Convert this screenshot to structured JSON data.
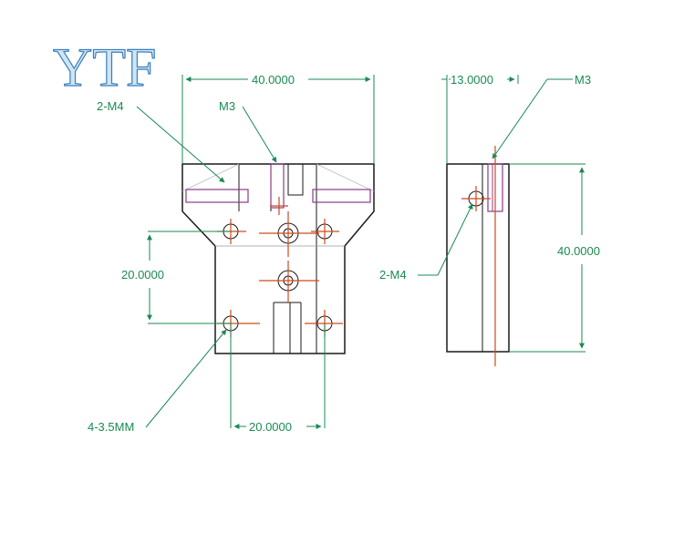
{
  "logo": {
    "text": "YTF"
  },
  "colors": {
    "dimension": "#1a8a52",
    "outline": "#1a1a1a",
    "centerline": "#d04a1c",
    "hidden": "#8a3a8a",
    "logo_fill": "#cfe6f3",
    "logo_stroke": "#3a7fbf"
  },
  "front_view": {
    "width_dim": "40.0000",
    "hole_spacing_v": "20.0000",
    "hole_spacing_h": "20.0000",
    "label_side_threads": "2-M4",
    "label_top_thread": "M3",
    "label_mount_holes": "4-3.5MM"
  },
  "side_view": {
    "width_dim": "13.0000",
    "height_dim": "40.0000",
    "label_top_thread": "M3",
    "label_side_threads": "2-M4"
  }
}
